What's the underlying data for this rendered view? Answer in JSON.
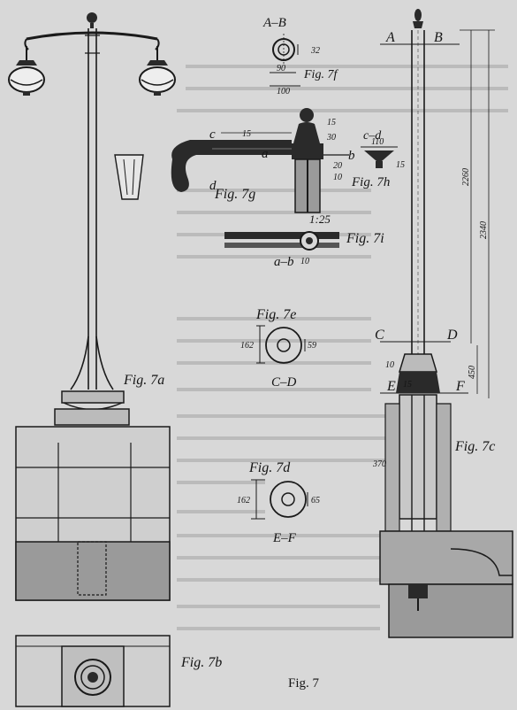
{
  "figure_caption": "Fig. 7",
  "figures": {
    "fig_7a": "Fig. 7a",
    "fig_7b": "Fig. 7b",
    "fig_7c": "Fig. 7c",
    "fig_7d": "Fig. 7d",
    "fig_7e": "Fig. 7e",
    "fig_7f": "Fig. 7f",
    "fig_7g": "Fig. 7g",
    "fig_7h": "Fig. 7h",
    "fig_7i": "Fig. 7i"
  },
  "section_labels": {
    "a": "a",
    "b": "b",
    "c": "c",
    "d": "d",
    "A": "A",
    "B": "B",
    "C": "C",
    "D": "D",
    "E": "E",
    "F": "F",
    "AB": "A–B",
    "cd": "c–d",
    "ab": "a–b",
    "CD": "C–D",
    "EF": "E–F"
  },
  "scale": "1:25",
  "dimensions": {
    "f_32": "32",
    "f_90": "90",
    "f_100": "100",
    "g_15a": "15",
    "g_30a": "30",
    "g_15b": "15",
    "g_20": "20",
    "g_10": "10",
    "h_110": "110",
    "h_15": "15",
    "i_10": "10",
    "e_162": "162",
    "e_59": "59",
    "d_162": "162",
    "d_65": "65",
    "c_2260": "2260",
    "c_2340": "2340",
    "c_450": "450",
    "c_10": "10",
    "c_15": "15",
    "c_370": "370"
  },
  "colors": {
    "paper": "#d8d8d8",
    "ink": "#1a1a1a",
    "bleed": "#8c8c8c"
  }
}
